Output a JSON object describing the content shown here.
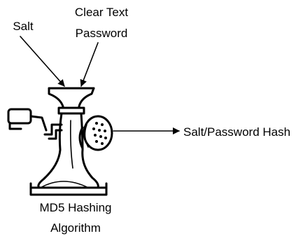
{
  "labels": {
    "salt": "Salt",
    "clear_text_line1": "Clear Text",
    "clear_text_line2": "Password",
    "output": "Salt/Password Hash",
    "algorithm_line1": "MD5 Hashing",
    "algorithm_line2": "Algorithm"
  },
  "icons": {
    "grinder": "meat-grinder-icon",
    "arrows": "arrow-icon"
  },
  "colors": {
    "ink": "#000000",
    "background": "#ffffff"
  }
}
